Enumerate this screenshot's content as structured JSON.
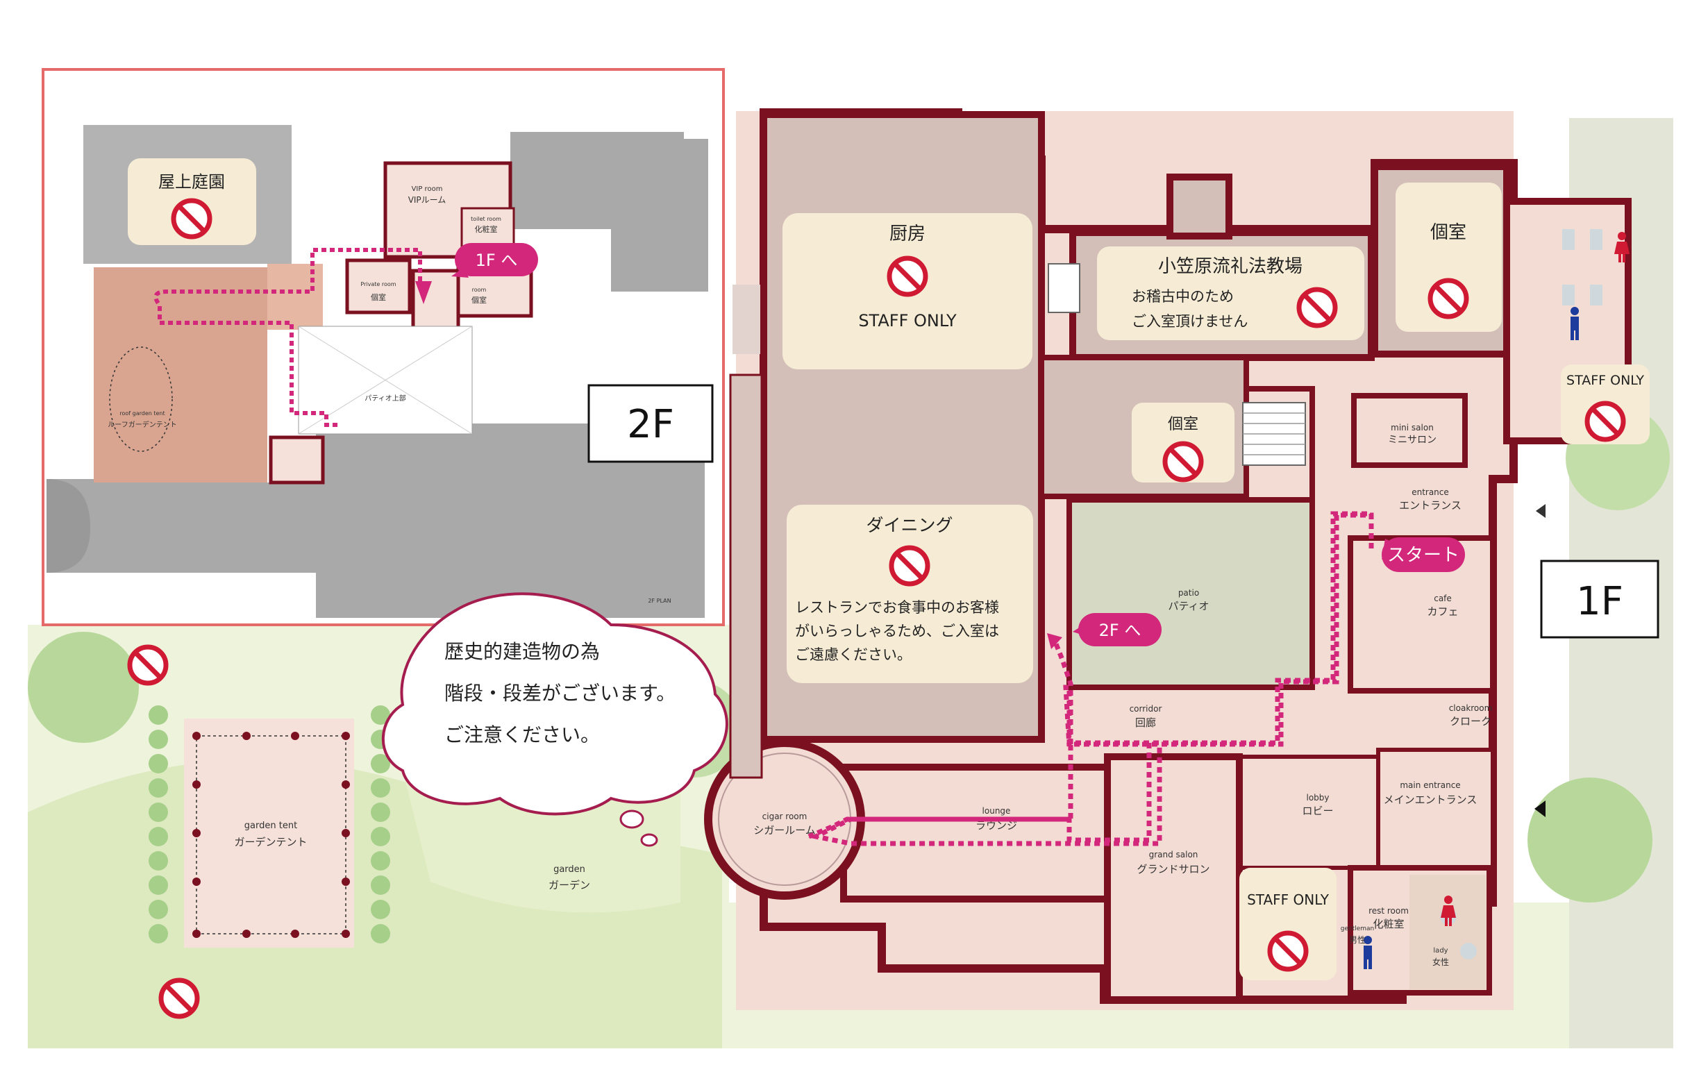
{
  "colors": {
    "wall": "#7a1020",
    "room": "#d8c4bc",
    "floor": "#f5e1da",
    "patio": "#d6d9c4",
    "card": "#f6ecd5",
    "route": "#d2277a",
    "nosign": "#d01a33",
    "inset_border": "#e56a6a",
    "terrace": "#d9a591",
    "grey_area": "#a9a9a9",
    "garden": "#e8f0d2",
    "tree": "#a6cf8a"
  },
  "floor_labels": {
    "second": "2F",
    "first": "1F"
  },
  "inset_2f": {
    "rooftop_garden": "屋上庭園",
    "vip_room_en": "VIP room",
    "vip_room_jp": "VIPルーム",
    "toilet_en": "toilet room",
    "toilet_jp": "化粧室",
    "private_en": "Private room",
    "private_jp": "個室",
    "private2_en": "room",
    "private2_jp": "個室",
    "roof_garden_en": "roof garden tent",
    "roof_garden_jp": "ルーフガーデンテント",
    "patio_upper": "パティオ上部",
    "to_1f": "1F へ",
    "plan_note": "2F PLAN"
  },
  "rooms_1f": {
    "kitchen": {
      "title": "厨房",
      "note": "STAFF ONLY"
    },
    "ogasawara": {
      "title": "小笠原流礼法教場",
      "note_line1": "お稽古中のため",
      "note_line2": "ご入室頂けません"
    },
    "private_room_a": "個室",
    "private_room_b": "個室",
    "staff_only_a": "STAFF ONLY",
    "staff_only_b": "STAFF ONLY",
    "dining": {
      "title": "ダイニング",
      "line1": "レストランでお食事中のお客様",
      "line2": "がいらっしゃるため、ご入室は",
      "line3": "ご遠慮ください。"
    },
    "mini_salon_en": "mini salon",
    "mini_salon_jp": "ミニサロン",
    "entrance_en": "entrance",
    "entrance_jp": "エントランス",
    "cafe_en": "cafe",
    "cafe_jp": "カフェ",
    "patio_en": "patio",
    "patio_jp": "パティオ",
    "corridor_en": "corridor",
    "corridor_jp": "回廊",
    "cloakroom_en": "cloakroom",
    "cloakroom_jp": "クローク",
    "lobby_en": "lobby",
    "lobby_jp": "ロビー",
    "main_entrance_en": "main entrance",
    "main_entrance_jp": "メインエントランス",
    "lounge_en": "lounge",
    "lounge_jp": "ラウンジ",
    "cigar_en": "cigar room",
    "cigar_jp": "シガールーム",
    "grand_salon_en": "grand salon",
    "grand_salon_jp": "グランドサロン",
    "rest_room_en": "rest room",
    "rest_room_jp": "化粧室",
    "gentleman_en": "gentleman",
    "gentleman_jp": "男性",
    "lady_en": "lady",
    "lady_jp": "女性"
  },
  "markers": {
    "start": "スタート",
    "to_2f": "2F へ"
  },
  "garden": {
    "tent_en": "garden tent",
    "tent_jp": "ガーデンテント",
    "garden_en": "garden",
    "garden_jp": "ガーデン"
  },
  "notice": {
    "line1": "歴史的建造物の為",
    "line2": "階段・段差がございます。",
    "line3": "ご注意ください。"
  },
  "icons": [
    "no-entry-icon",
    "male-toilet-icon",
    "female-toilet-icon",
    "arrow-left-icon"
  ]
}
